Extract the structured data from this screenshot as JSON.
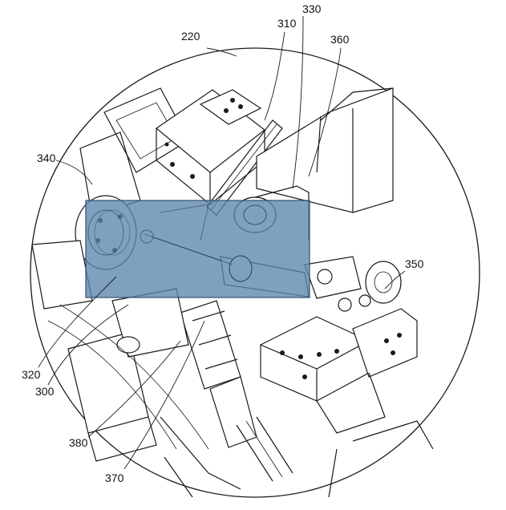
{
  "figure": {
    "reference_numerals": [
      "220",
      "310",
      "330",
      "360",
      "340",
      "350",
      "320",
      "300",
      "380",
      "370"
    ]
  },
  "colors": {
    "highlight_fill": "#5b86ae",
    "highlight_stroke": "#2f4f6f",
    "line": "#1a1a1a",
    "background": "#ffffff"
  }
}
